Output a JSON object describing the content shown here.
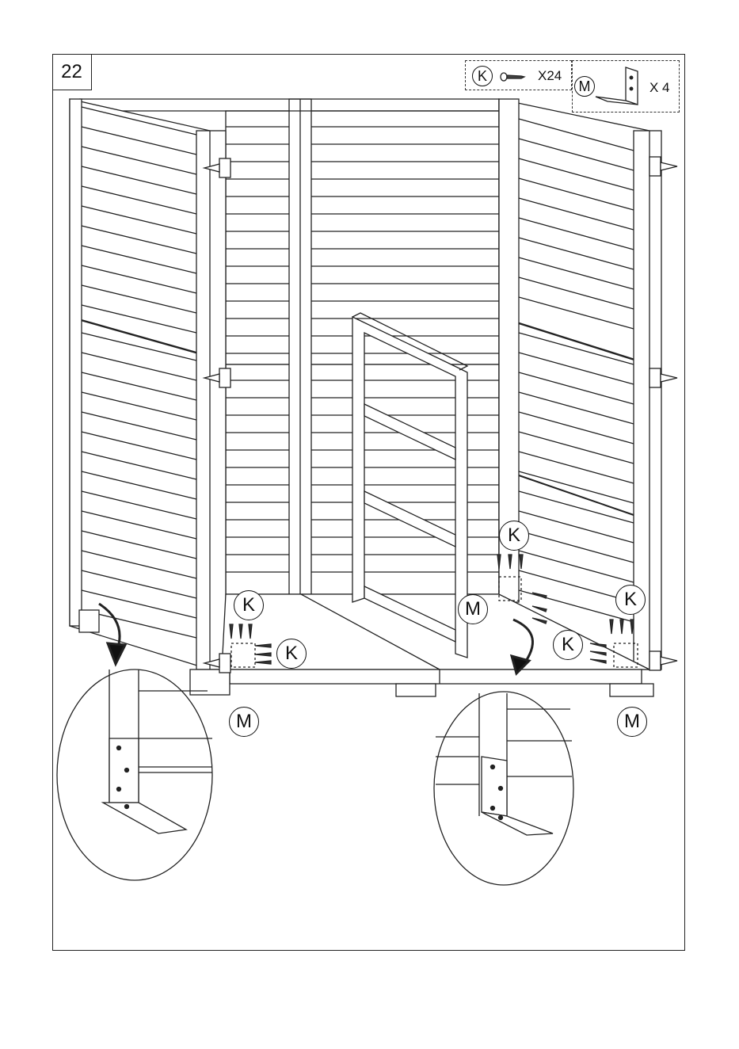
{
  "step": {
    "number": "22"
  },
  "parts": {
    "screw": {
      "label": "K",
      "qty": "X24",
      "icon": "screw-icon"
    },
    "bracket": {
      "label": "M",
      "qty": "X 4",
      "icon": "corner-bracket-icon"
    }
  },
  "callouts": [
    "K",
    "K",
    "K",
    "K",
    "K",
    "M",
    "M",
    "M"
  ],
  "colors": {
    "line": "#222222",
    "background": "#ffffff"
  }
}
